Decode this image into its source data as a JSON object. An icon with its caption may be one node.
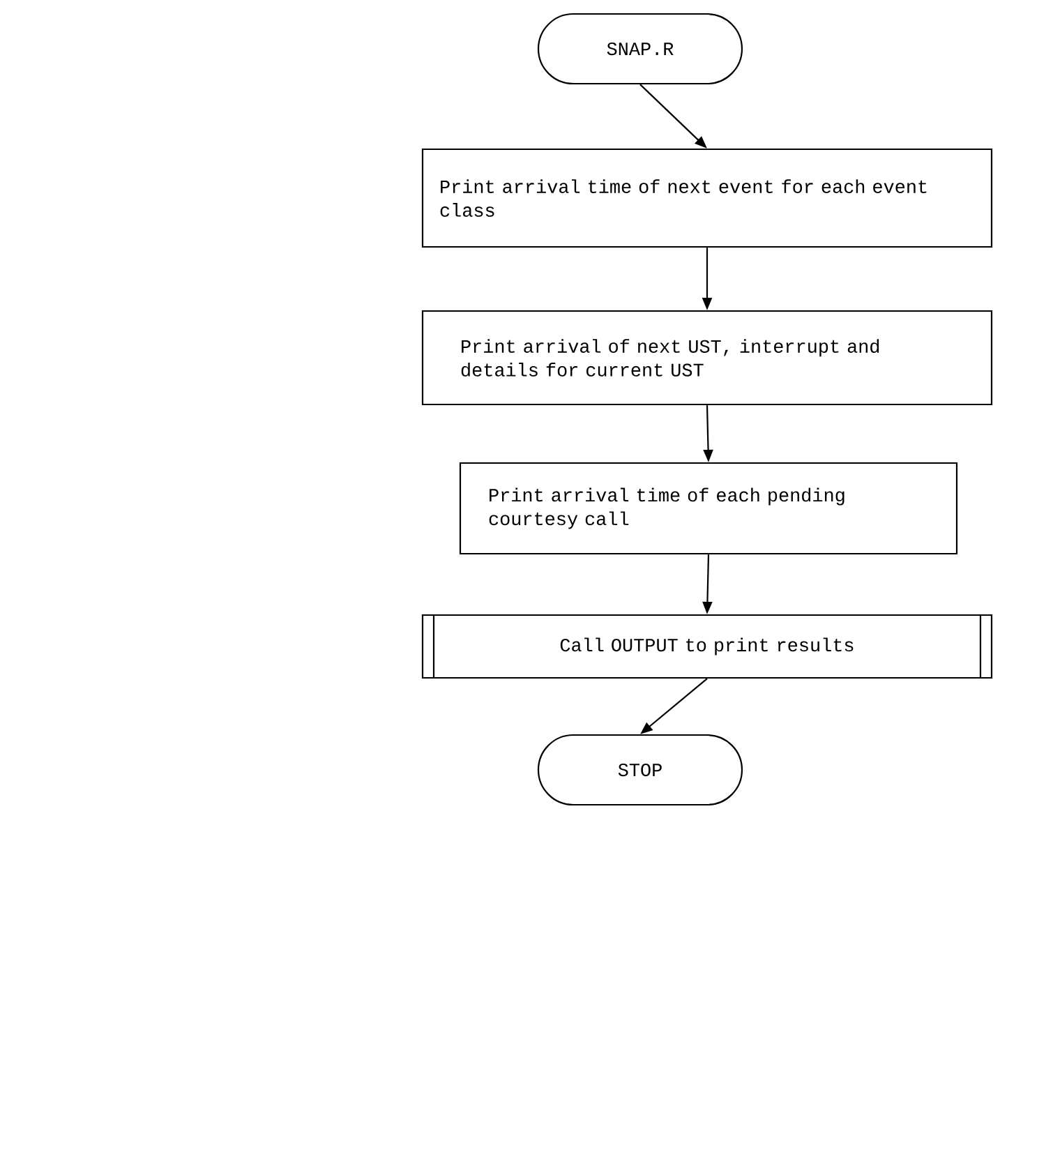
{
  "diagram": {
    "nodes": [
      {
        "text": [
          "SNAP.R"
        ]
      },
      {
        "text": [
          "Print arrival time of next event for each event class"
        ]
      },
      {
        "text": [
          "Print arrival of next UST, interrupt and details for current UST"
        ]
      },
      {
        "text": [
          "Print arrival time of each pending courtesy call"
        ]
      },
      {
        "text": [
          "Call OUTPUT to print results"
        ]
      },
      {
        "text": [
          "STOP"
        ]
      }
    ],
    "edges": [
      {
        "from": 0,
        "to": 1,
        "arrow": "to"
      },
      {
        "from": 1,
        "to": 2,
        "arrow": "to"
      },
      {
        "from": 2,
        "to": 3,
        "arrow": "to"
      },
      {
        "from": 3,
        "to": 4,
        "arrow": "to"
      },
      {
        "from": 4,
        "to": 5,
        "arrow": "to"
      }
    ]
  }
}
